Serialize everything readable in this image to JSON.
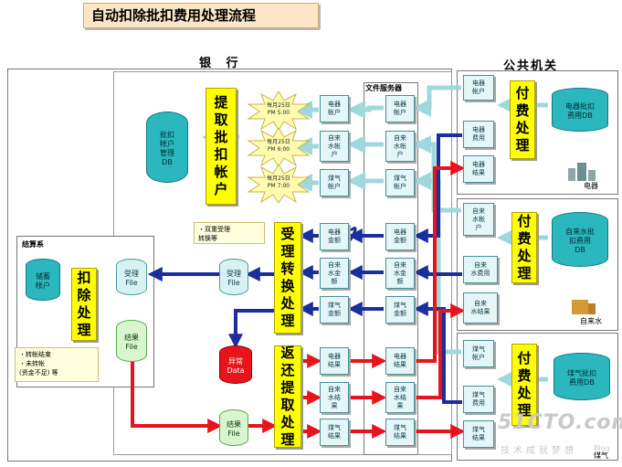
{
  "title": "自动扣除批扣费用处理流程",
  "regions": {
    "bank": "银 行",
    "public": "公共机关",
    "file_server": "文件服务器",
    "settlement": "结算系"
  },
  "process": {
    "extract": "提取批扣帐户",
    "accept": "受理转换处理",
    "return": "返还提取处理",
    "deduct": "扣除处理",
    "pay1": "付费处理",
    "pay2": "付费处理",
    "pay3": "付费处理"
  },
  "databases": {
    "batch_account": "批扣\n帐户\n管理\nDB",
    "savings": "储蓄\n帐户",
    "elec_db": "电器批扣\n费用DB",
    "water_db": "自来水批\n扣费用\nDB",
    "gas_db": "煤气批扣\n费用DB"
  },
  "files": {
    "accept_file_settle": "受理\nFile",
    "result_file_settle": "结果\nFile",
    "accept_file_bank": "受理\nFile",
    "abnormal_data": "异常\nData",
    "result_file_bank": "结果\nFile"
  },
  "timers": [
    {
      "date": "每月25日",
      "time": "PM 5:00"
    },
    {
      "date": "每月25日",
      "time": "PM 6:00"
    },
    {
      "date": "每月25日",
      "time": "PM 7:00"
    }
  ],
  "bank_docs": {
    "elec_acct": "电器\n帐户",
    "water_acct": "自来\n水帐\n户",
    "gas_acct": "煤气\n帐户",
    "elec_amt": "电器\n金额",
    "water_amt": "自来\n水金\n额",
    "gas_amt": "煤气\n金额",
    "elec_result": "电器\n结果",
    "water_result": "自来\n水结\n果",
    "gas_result": "煤气\n结果"
  },
  "fs_docs": {
    "elec_acct": "电器\n帐户",
    "water_acct": "自来\n水帐\n户",
    "gas_acct": "煤气\n帐户",
    "elec_amt": "电器\n金额",
    "water_amt": "自来\n水金\n额",
    "gas_amt": "煤气\n金额",
    "elec_result": "电器\n结果",
    "water_result": "自来\n水结\n果",
    "gas_result": "煤气\n结果"
  },
  "public_docs": {
    "elec_acct": "电器\n帐户",
    "elec_fee": "电器\n费用",
    "elec_result": "电器\n结果",
    "water_acct": "自来\n水帐\n户",
    "water_fee": "自来\n水费用",
    "water_result": "自来\n水结果",
    "gas_acct": "煤气\n帐户",
    "gas_fee": "煤气\n费用",
    "gas_result": "煤气\n结果"
  },
  "agencies": {
    "elec": "电器",
    "water": "自来水",
    "gas": "煤气"
  },
  "notes": {
    "double_accept": "・双重受理\n  转换等",
    "transfer": "・转帐结束\n・未转帐\n  (资金不足) 等"
  },
  "watermark": {
    "logo": "51CTO.com",
    "slogan": "技术成就梦想",
    "tag": "Blog"
  },
  "colors": {
    "title_bg": "#fde6c8",
    "process": "#ffff00",
    "database": "#2ab7bd",
    "flow_blue": "#1a2e9c",
    "flow_red": "#e8141b",
    "flow_light": "#9fd8dc"
  }
}
